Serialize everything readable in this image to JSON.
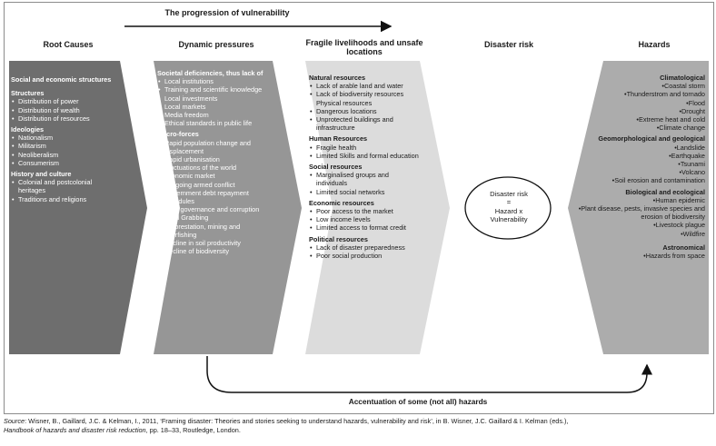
{
  "progression": "The progression of vulnerability",
  "columns": {
    "root_causes": "Root Causes",
    "dynamic_pressures": "Dynamic pressures",
    "fragile": "Fragile livelihoods and unsafe locations",
    "disaster_risk": "Disaster risk",
    "hazards": "Hazards"
  },
  "root": {
    "h1": "Social and economic structures",
    "s1": "Structures",
    "structures": [
      "Distribution of power",
      "Distribution of wealth",
      "Distribution of resources"
    ],
    "s2": "Ideologies",
    "ideologies": [
      "Nationalism",
      "Militarism",
      "Neoliberalism",
      "Consumerism"
    ],
    "s3": "History and culture",
    "history": [
      "Colonial and postcolonial heritages",
      "Traditions and religions"
    ]
  },
  "dynamic": {
    "h1": "Societal deficiencies, thus lack of",
    "lack": [
      "Local institutions",
      "Training and scientific knowledge",
      "Local investments",
      "Local markets",
      "Media freedom",
      "Ethical standards in public life"
    ],
    "h2": "Macro-forces",
    "macro": [
      "Rapid population change and displacement",
      "Rapid urbanisation",
      "Fluctuations of the world economic market",
      "On-going armed conflict",
      "Government debt repayment schedules",
      "Poor governance and corruption",
      "Land Grabbing",
      "Deforestation, mining and overfishing",
      "Decline in soil productivity",
      "Decline of biodiversity"
    ]
  },
  "fragile": {
    "h1": "Natural resources",
    "natural": [
      "Lack of arable land and water",
      "Lack of biodiversity resources"
    ],
    "physical_label": "Physical resources",
    "physical": [
      "Dangerous locations",
      "Unprotected buildings and infrastructure"
    ],
    "h2": "Human Resources",
    "human": [
      "Fragile health",
      "Limited Skills and formal education"
    ],
    "h3": "Social resources",
    "social": [
      "Marginalised groups and individuals",
      "Limited social networks"
    ],
    "h4": "Economic resources",
    "economic": [
      "Poor access to the market",
      "Low income levels",
      "Limited access to format credit"
    ],
    "h5": "Political resources",
    "political": [
      "Lack of disaster preparedness",
      "Poor social production"
    ]
  },
  "risk": {
    "line1": "Disaster risk",
    "line2": "=",
    "line3": "Hazard x",
    "line4": "Vulnerability"
  },
  "hazards": {
    "h1": "Climatological",
    "climate": [
      "Coastal storm",
      "Thunderstrom and tornado",
      "Flood",
      "Drought",
      "Extreme heat and cold",
      "Climate change"
    ],
    "h2": "Geomorphological and geological",
    "geo": [
      "Landslide",
      "Earthquake",
      "Tsunami",
      "Volcano",
      "Soil erosion and contamination"
    ],
    "h3": "Biological and ecological",
    "bio": [
      "Human epidemic",
      "Plant disease, pests, invasive species and erosion of biodiversity",
      "Livestock plague",
      "Wildfire"
    ],
    "h4": "Astronomical",
    "astro": [
      "Hazards from space"
    ]
  },
  "accentuation": "Accentuation of some (not all) hazards",
  "source": {
    "label": "Source",
    "text": ": Wisner, B., Gaillard, J.C. & Kelman, I., 2011, ‘Framing disaster: Theories and stories seeking to understand hazards, vulnerability and risk’, in B. Wisner, J.C. Gaillard & I. Kelman (eds.),",
    "book": "Handbook of hazards and disaster risk reduction",
    "tail": ", pp. 18–33, Routledge, London."
  },
  "colors": {
    "root": "#6e6e6e",
    "dynamic": "#969696",
    "fragile": "#dcdcdc",
    "hazards": "#acacac"
  }
}
